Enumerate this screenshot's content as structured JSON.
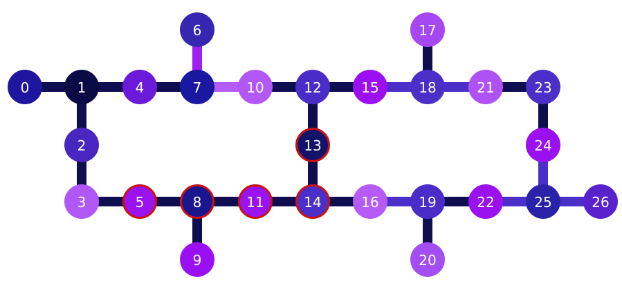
{
  "nodes": [
    {
      "id": "0",
      "label": "0",
      "color": "#1f16a0",
      "highlighted": false
    },
    {
      "id": "1",
      "label": "1",
      "color": "#0a0a45",
      "highlighted": false
    },
    {
      "id": "2",
      "label": "2",
      "color": "#4a26c0",
      "highlighted": false
    },
    {
      "id": "3",
      "label": "3",
      "color": "#b058f5",
      "highlighted": false
    },
    {
      "id": "4",
      "label": "4",
      "color": "#6a1ad8",
      "highlighted": false
    },
    {
      "id": "5",
      "label": "5",
      "color": "#9b12f0",
      "highlighted": true
    },
    {
      "id": "6",
      "label": "6",
      "color": "#3726b0",
      "highlighted": false
    },
    {
      "id": "7",
      "label": "7",
      "color": "#1a18a0",
      "highlighted": false
    },
    {
      "id": "8",
      "label": "8",
      "color": "#1a1690",
      "highlighted": true
    },
    {
      "id": "9",
      "label": "9",
      "color": "#9b10f2",
      "highlighted": false
    },
    {
      "id": "10",
      "label": "10",
      "color": "#b158f6",
      "highlighted": false
    },
    {
      "id": "11",
      "label": "11",
      "color": "#9a14f0",
      "highlighted": true
    },
    {
      "id": "12",
      "label": "12",
      "color": "#4a2cc8",
      "highlighted": false
    },
    {
      "id": "13",
      "label": "13",
      "color": "#14136a",
      "highlighted": true
    },
    {
      "id": "14",
      "label": "14",
      "color": "#4a30c8",
      "highlighted": true
    },
    {
      "id": "15",
      "label": "15",
      "color": "#9c0ff2",
      "highlighted": false
    },
    {
      "id": "16",
      "label": "16",
      "color": "#b45cf5",
      "highlighted": false
    },
    {
      "id": "17",
      "label": "17",
      "color": "#a648f2",
      "highlighted": false
    },
    {
      "id": "18",
      "label": "18",
      "color": "#4a30c8",
      "highlighted": false
    },
    {
      "id": "19",
      "label": "19",
      "color": "#4a2cc8",
      "highlighted": false
    },
    {
      "id": "20",
      "label": "20",
      "color": "#a24ef0",
      "highlighted": false
    },
    {
      "id": "21",
      "label": "21",
      "color": "#ae52f4",
      "highlighted": false
    },
    {
      "id": "22",
      "label": "22",
      "color": "#9a10ef",
      "highlighted": false
    },
    {
      "id": "23",
      "label": "23",
      "color": "#4a30c8",
      "highlighted": false
    },
    {
      "id": "24",
      "label": "24",
      "color": "#9b10f0",
      "highlighted": false
    },
    {
      "id": "25",
      "label": "25",
      "color": "#2a22a8",
      "highlighted": false
    },
    {
      "id": "26",
      "label": "26",
      "color": "#5a22cc",
      "highlighted": false
    }
  ],
  "edges": [
    {
      "from": "0",
      "to": "1",
      "color": "#0d0d50"
    },
    {
      "from": "1",
      "to": "4",
      "color": "#0d0d50"
    },
    {
      "from": "4",
      "to": "7",
      "color": "#0d0d50"
    },
    {
      "from": "7",
      "to": "10",
      "color": "#b45cf5"
    },
    {
      "from": "10",
      "to": "12",
      "color": "#0d0d50"
    },
    {
      "from": "12",
      "to": "15",
      "color": "#0d0d50"
    },
    {
      "from": "15",
      "to": "18",
      "color": "#4a30c8"
    },
    {
      "from": "18",
      "to": "21",
      "color": "#4a30c8"
    },
    {
      "from": "21",
      "to": "23",
      "color": "#0d0d50"
    },
    {
      "from": "6",
      "to": "7",
      "color": "#a020f0"
    },
    {
      "from": "17",
      "to": "18",
      "color": "#0d0d50"
    },
    {
      "from": "1",
      "to": "2",
      "color": "#0d0d50"
    },
    {
      "from": "2",
      "to": "3",
      "color": "#0d0d50"
    },
    {
      "from": "12",
      "to": "13",
      "color": "#0d0d50"
    },
    {
      "from": "13",
      "to": "14",
      "color": "#0d0d50"
    },
    {
      "from": "23",
      "to": "24",
      "color": "#0d0d50"
    },
    {
      "from": "24",
      "to": "25",
      "color": "#4a30c8"
    },
    {
      "from": "3",
      "to": "5",
      "color": "#0d0d50"
    },
    {
      "from": "5",
      "to": "8",
      "color": "#0d0d50"
    },
    {
      "from": "8",
      "to": "11",
      "color": "#0d0d50"
    },
    {
      "from": "11",
      "to": "14",
      "color": "#0d0d50"
    },
    {
      "from": "14",
      "to": "16",
      "color": "#0d0d50"
    },
    {
      "from": "16",
      "to": "19",
      "color": "#4a30c8"
    },
    {
      "from": "19",
      "to": "22",
      "color": "#0d0d50"
    },
    {
      "from": "22",
      "to": "25",
      "color": "#4a30c8"
    },
    {
      "from": "25",
      "to": "26",
      "color": "#4a30c8"
    },
    {
      "from": "8",
      "to": "9",
      "color": "#0d0d50"
    },
    {
      "from": "19",
      "to": "20",
      "color": "#0d0d50"
    }
  ],
  "highlight_ring_color": "#cc1111"
}
